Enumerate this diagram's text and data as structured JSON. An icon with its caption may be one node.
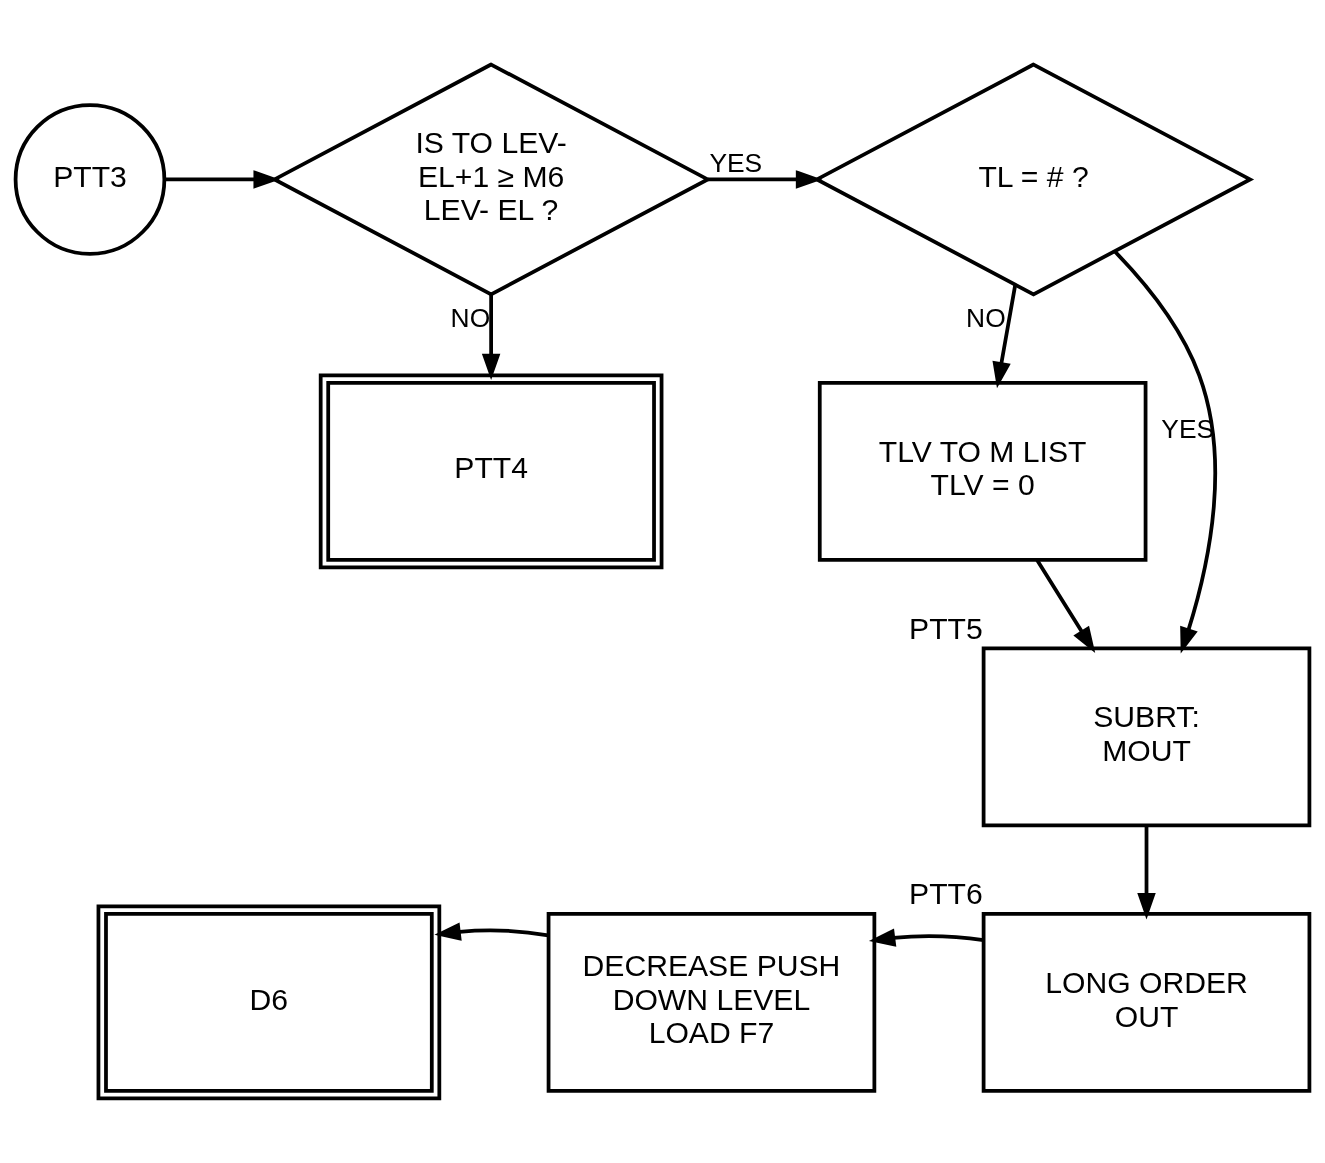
{
  "diagram": {
    "nodes": [
      {
        "text": [
          "PTT3"
        ]
      },
      {
        "text": [
          "IS TO LEV- EL+1 ≥ M6 LEV- EL ?"
        ]
      },
      {
        "text": [
          "TL = # ?"
        ]
      },
      {
        "text": [
          "PTT4"
        ]
      },
      {
        "text": [
          "TLV TO M LIST TLV = 0"
        ]
      },
      {
        "text": [
          "SUBRT: MOUT"
        ],
        "beside": [
          "PTT5"
        ]
      },
      {
        "text": [
          "LONG ORDER OUT"
        ],
        "beside": [
          "PTT6"
        ]
      },
      {
        "text": [
          "DECREASE PUSH DOWN LEVEL LOAD F7"
        ]
      },
      {
        "text": [
          "D6"
        ]
      }
    ],
    "edges": [
      {
        "from": 0,
        "to": 1,
        "arrow": "to"
      },
      {
        "from": 1,
        "to": 2,
        "arrow": "to",
        "label": "YES"
      },
      {
        "from": 1,
        "to": 3,
        "arrow": "to",
        "label": "NO"
      },
      {
        "from": 2,
        "to": 4,
        "arrow": "to",
        "label": "NO"
      },
      {
        "from": 2,
        "to": 5,
        "arrow": "to",
        "label": "YES"
      },
      {
        "from": 4,
        "to": 5,
        "arrow": "to"
      },
      {
        "from": 5,
        "to": 6,
        "arrow": "to"
      },
      {
        "from": 6,
        "to": 7,
        "arrow": "to"
      },
      {
        "from": 7,
        "to": 8,
        "arrow": "to"
      }
    ]
  }
}
